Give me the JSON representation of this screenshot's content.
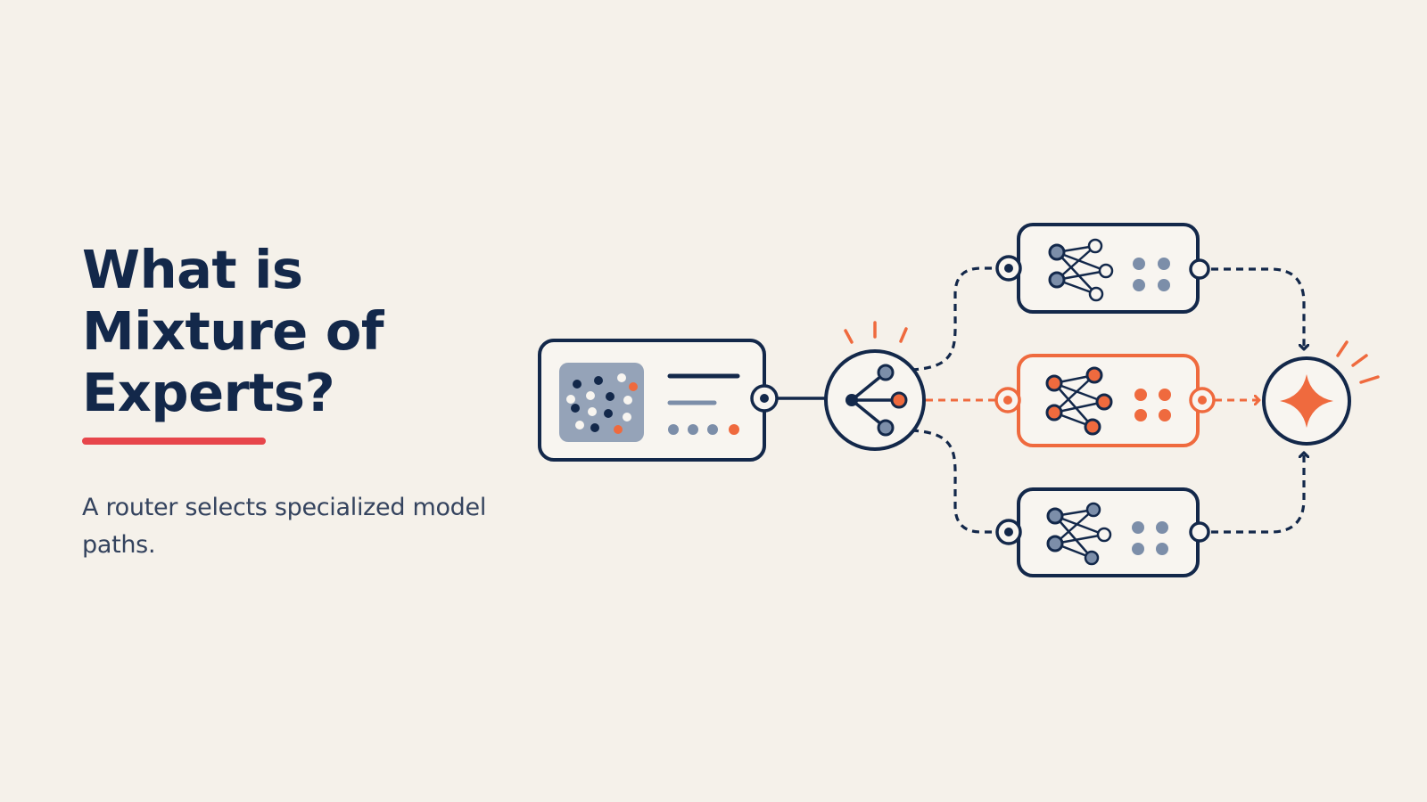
{
  "slide": {
    "title_lines": [
      "What is",
      "Mixture of",
      "Experts?"
    ],
    "subtitle": "A router selects specialized model paths."
  },
  "diagram": {
    "nodes": [
      {
        "id": "input",
        "kind": "input-panel"
      },
      {
        "id": "router",
        "kind": "router"
      },
      {
        "id": "expert-top",
        "kind": "expert",
        "active": false
      },
      {
        "id": "expert-middle",
        "kind": "expert",
        "active": true
      },
      {
        "id": "expert-bottom",
        "kind": "expert",
        "active": false
      },
      {
        "id": "output",
        "kind": "combined-output"
      }
    ],
    "edges": [
      {
        "from": "input",
        "to": "router",
        "style": "solid"
      },
      {
        "from": "router",
        "to": "expert-top",
        "style": "dashed"
      },
      {
        "from": "router",
        "to": "expert-middle",
        "style": "dashed-active"
      },
      {
        "from": "router",
        "to": "expert-bottom",
        "style": "dashed"
      },
      {
        "from": "expert-top",
        "to": "output",
        "style": "dashed"
      },
      {
        "from": "expert-middle",
        "to": "output",
        "style": "dashed-active"
      },
      {
        "from": "expert-bottom",
        "to": "output",
        "style": "dashed"
      }
    ],
    "icons": [
      "grid-data-icon",
      "branch-icon",
      "neural-net-icon",
      "four-dots-icon",
      "sparkle-icon"
    ]
  },
  "colors": {
    "background": "#f5f1ea",
    "navy": "#13284a",
    "slate": "#7c8ea9",
    "orange": "#ef6a3e",
    "red_accent": "#e7464b",
    "card_fill": "#f8f5f0"
  }
}
